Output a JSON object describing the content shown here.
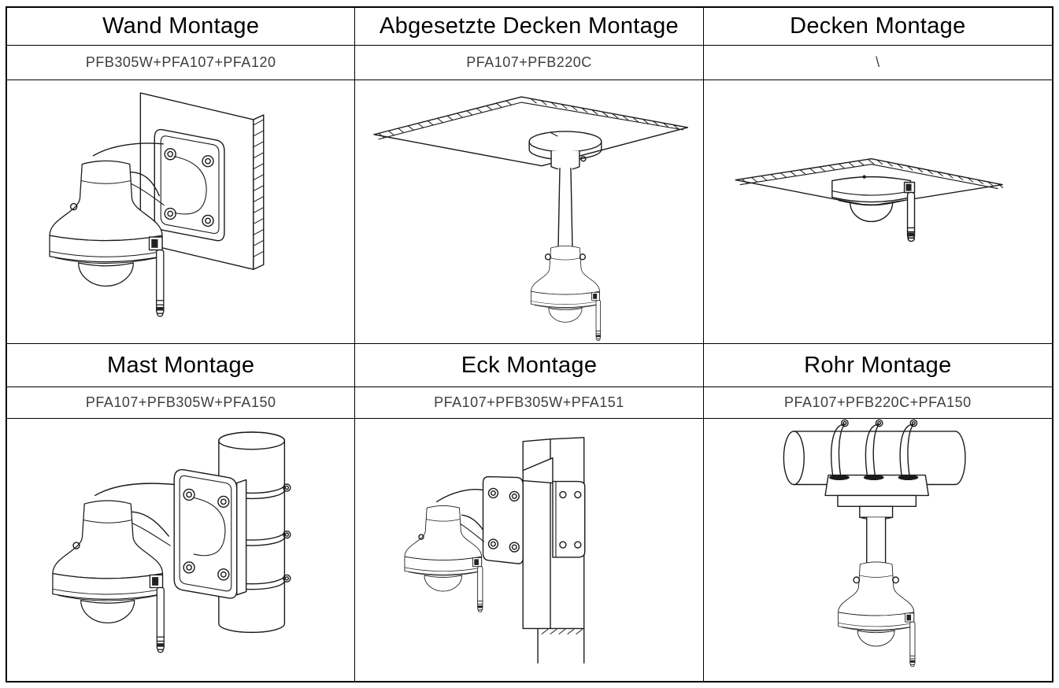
{
  "colors": {
    "border": "#000000",
    "title_text": "#000000",
    "parts_text": "#3e3e3e",
    "line_art": "#1a1a1a",
    "background": "#ffffff"
  },
  "table": {
    "columns": 3,
    "cells": [
      {
        "title": "Wand Montage",
        "parts": "PFB305W+PFA107+PFA120",
        "figure": "wall-mount-line-drawing"
      },
      {
        "title": "Abgesetzte Decken Montage",
        "parts": "PFA107+PFB220C",
        "figure": "pendant-ceiling-mount-line-drawing"
      },
      {
        "title": "Decken Montage",
        "parts": "\\",
        "figure": "ceiling-mount-line-drawing"
      },
      {
        "title": "Mast Montage",
        "parts": "PFA107+PFB305W+PFA150",
        "figure": "pole-mount-line-drawing"
      },
      {
        "title": "Eck Montage",
        "parts": "PFA107+PFB305W+PFA151",
        "figure": "corner-mount-line-drawing"
      },
      {
        "title": "Rohr Montage",
        "parts": "PFA107+PFB220C+PFA150",
        "figure": "pipe-mount-line-drawing"
      }
    ]
  }
}
